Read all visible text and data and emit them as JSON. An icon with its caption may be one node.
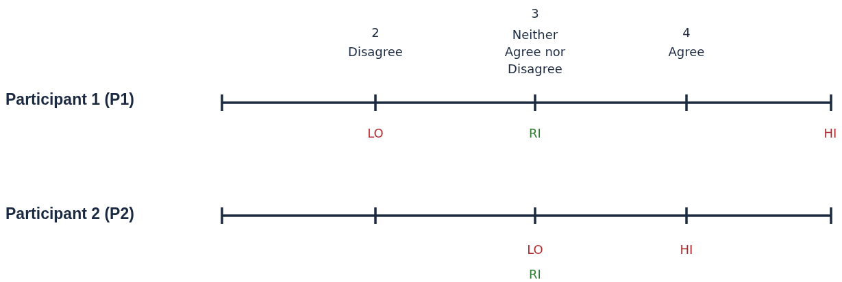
{
  "diagram": {
    "labels": [
      "2",
      "Disagree",
      "3",
      "Neither Agree nor Disagree",
      "4",
      "Agree",
      "Participant 1 (P1)",
      "LO",
      "RI",
      "HI",
      "Participant 2 (P2)",
      "LO",
      "HI",
      "RI"
    ]
  }
}
